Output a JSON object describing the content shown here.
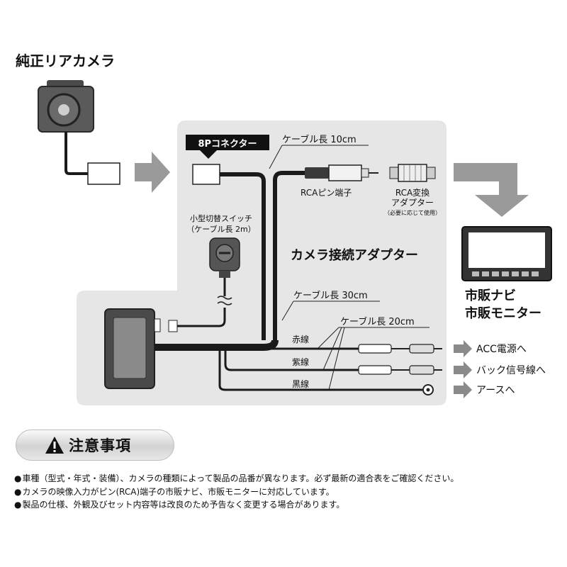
{
  "camera": {
    "title": "純正リアカメラ"
  },
  "connector": {
    "label": "8Pコネクター"
  },
  "cable": {
    "len10": "ケーブル長 10cm",
    "len30": "ケーブル長 30cm",
    "len20": "ケーブル長 20cm"
  },
  "rca_pin": {
    "label": "RCAピン端子"
  },
  "rca_adapter": {
    "label_line1": "RCA変換",
    "label_line2": "アダプター",
    "note": "（必要に応じて使用）"
  },
  "switch": {
    "label_line1": "小型切替スイッチ",
    "label_line2": "（ケーブル長 2m）"
  },
  "adapter": {
    "title": "カメラ接続アダプター"
  },
  "wires": {
    "red": "赤線",
    "purple": "紫線",
    "black": "黒線"
  },
  "destinations": {
    "acc": "ACC電源へ",
    "back": "バック信号線へ",
    "earth": "アースへ"
  },
  "monitor": {
    "label_line1": "市販ナビ",
    "label_line2": "市販モニター"
  },
  "notice": {
    "title": "注意事項",
    "items": [
      "車種（型式・年式・装備）、カメラの種類によって製品の品番が異なります。必ず最新の適合表をご確認ください。",
      "カメラの映像入力がピン(RCA)端子の市販ナビ、市販モニターに対応しています。",
      "製品の仕様、外観及びセット内容等は改良のため予告なく変更する場合があります。"
    ]
  },
  "colors": {
    "panel": "#e6e6e6",
    "arrow": "#9a9a9a",
    "cable": "#1a1a1a",
    "device": "#555555"
  }
}
